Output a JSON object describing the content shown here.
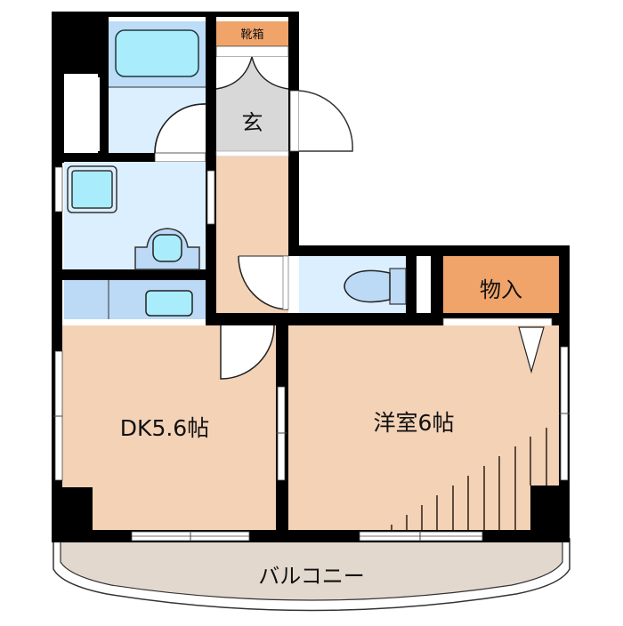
{
  "floorplan": {
    "colors": {
      "wall": "#000000",
      "room": "#f3d2b6",
      "storage": "#f0a46a",
      "wet_area": "#dcefff",
      "fixture": "#a9ecfb",
      "fixture_blue": "#bcd9f5",
      "entrance": "#d8d8d8",
      "balcony": "#e2d8cd"
    },
    "rooms": {
      "shoe_box": "靴箱",
      "entrance": "玄",
      "storage": "物入",
      "dk": "DK5.6帖",
      "western_room": "洋室6帖",
      "balcony": "バルコニー"
    }
  }
}
